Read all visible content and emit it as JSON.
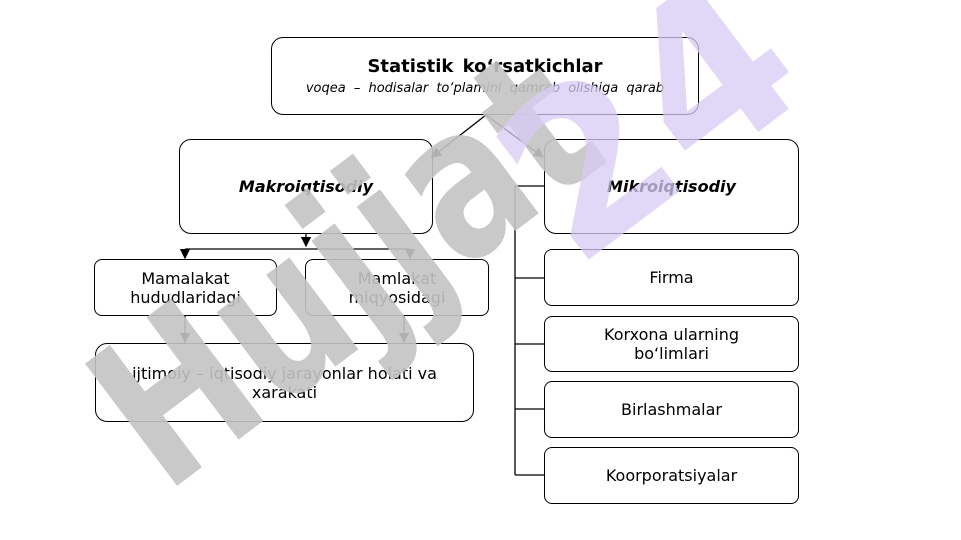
{
  "root": {
    "title": "Statistik  ko‘rsatkichlar",
    "subtitle": "voqea  –  hodisalar  to‘plamini  qamrab  olishiga  qarab"
  },
  "macro": {
    "label": "Makroiqtisodiy",
    "children": [
      "Mamalakat hududlaridagi",
      "Mamlakat miqyosidagi"
    ],
    "result": "ijtimoiy –  iqtisodiy jarayonlar holati va xarakati"
  },
  "micro": {
    "label": "Mikroiqtisodiy",
    "items": [
      "Firma",
      "Korxona  ularning bo‘limlari",
      "Birlashmalar",
      "Koorporatsiyalar"
    ]
  },
  "watermark": {
    "gray_text": "Hujjat",
    "purple_text": "24",
    "gray_color": "#c4c4c4",
    "purple_color": "#d8ccf5"
  }
}
